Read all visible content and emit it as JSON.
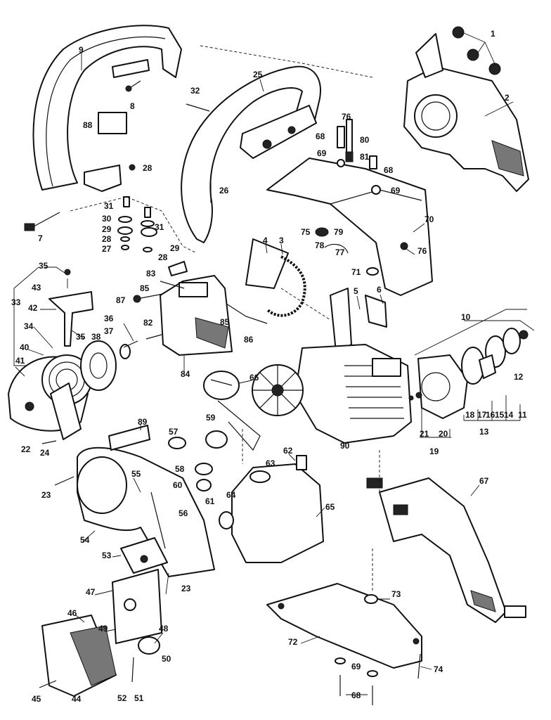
{
  "diagram": {
    "type": "exploded-parts-view",
    "subject": "chainsaw",
    "callouts": [
      "1",
      "2",
      "3",
      "4",
      "5",
      "6",
      "7",
      "8",
      "9",
      "10",
      "11",
      "12",
      "13",
      "14",
      "15",
      "16",
      "17",
      "18",
      "19",
      "20",
      "21",
      "22",
      "23",
      "24",
      "25",
      "26",
      "27",
      "28",
      "29",
      "30",
      "31",
      "32",
      "33",
      "34",
      "35",
      "36",
      "37",
      "38",
      "40",
      "41",
      "42",
      "43",
      "44",
      "45",
      "46",
      "47",
      "48",
      "49",
      "50",
      "51",
      "52",
      "53",
      "54",
      "55",
      "56",
      "57",
      "58",
      "59",
      "60",
      "61",
      "62",
      "63",
      "64",
      "65",
      "66",
      "67",
      "68",
      "69",
      "70",
      "71",
      "72",
      "73",
      "74",
      "75",
      "76",
      "77",
      "78",
      "79",
      "80",
      "81",
      "82",
      "83",
      "84",
      "85",
      "86",
      "87",
      "88",
      "89",
      "90"
    ]
  },
  "labels": {
    "c1": "1",
    "c2": "2",
    "c3": "3",
    "c4": "4",
    "c5": "5",
    "c6": "6",
    "c7": "7",
    "c8": "8",
    "c9": "9",
    "c10": "10",
    "c11": "11",
    "c12": "12",
    "c13": "13",
    "c14": "14",
    "c15": "15",
    "c16": "16",
    "c17": "17",
    "c18": "18",
    "c19": "19",
    "c20": "20",
    "c21": "21",
    "c22": "22",
    "c23": "23",
    "c24": "24",
    "c25": "25",
    "c26": "26",
    "c27": "27",
    "c28": "28",
    "c29": "29",
    "c30": "30",
    "c31": "31",
    "c32": "32",
    "c33": "33",
    "c34": "34",
    "c35": "35",
    "c36": "36",
    "c37": "37",
    "c38": "38",
    "c40": "40",
    "c41": "41",
    "c42": "42",
    "c43": "43",
    "c44": "44",
    "c45": "45",
    "c46": "46",
    "c47": "47",
    "c48": "48",
    "c49": "49",
    "c50": "50",
    "c51": "51",
    "c52": "52",
    "c53": "53",
    "c54": "54",
    "c55": "55",
    "c56": "56",
    "c57": "57",
    "c58": "58",
    "c59": "59",
    "c60": "60",
    "c61": "61",
    "c62": "62",
    "c63": "63",
    "c64": "64",
    "c65": "65",
    "c66": "66",
    "c67": "67",
    "c68": "68",
    "c69": "69",
    "c70": "70",
    "c71": "71",
    "c72": "72",
    "c73": "73",
    "c74": "74",
    "c75": "75",
    "c76": "76",
    "c77": "77",
    "c78": "78",
    "c79": "79",
    "c80": "80",
    "c81": "81",
    "c82": "82",
    "c83": "83",
    "c84": "84",
    "c85": "85",
    "c86": "86",
    "c87": "87",
    "c88": "88",
    "c89": "89",
    "c90": "90"
  }
}
